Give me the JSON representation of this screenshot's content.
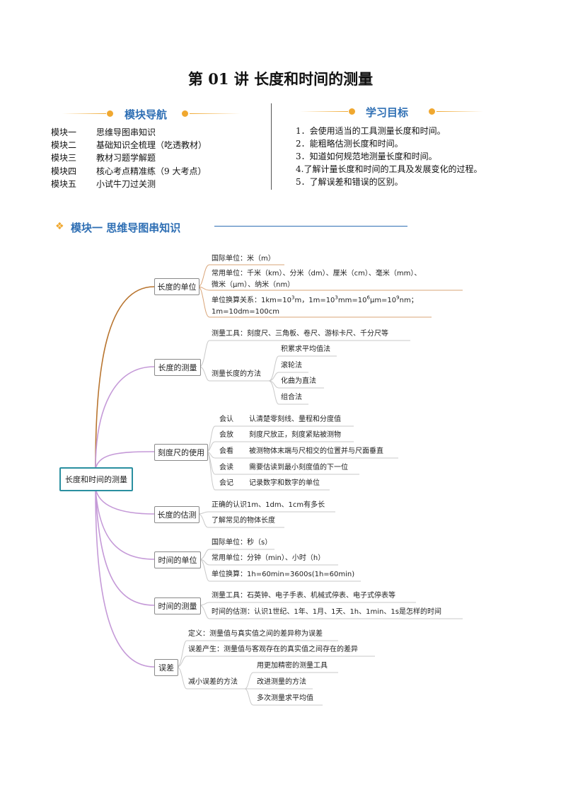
{
  "title": "第 01 讲  长度和时间的测量",
  "nav": {
    "heading": "模块导航",
    "items": [
      {
        "key": "模块一",
        "label": "思维导图串知识"
      },
      {
        "key": "模块二",
        "label": "基础知识全梳理（吃透教材）"
      },
      {
        "key": "模块三",
        "label": "教材习题学解题"
      },
      {
        "key": "模块四",
        "label": "核心考点精准练（9 大考点）"
      },
      {
        "key": "模块五",
        "label": "小试牛刀过关测"
      }
    ]
  },
  "goals": {
    "heading": "学习目标",
    "items": [
      "1．会使用适当的工具测量长度和时间。",
      "2．能粗略估测长度和时间。",
      "3．知道如何规范地测量长度和时间。",
      "4.了解计量长度和时间的工具及发展变化的过程。",
      "5．了解误差和错误的区别。"
    ]
  },
  "module1": {
    "icon": "diamond-arrow-icon",
    "heading": "模块一  思维导图串知识"
  },
  "mindmap": {
    "root": "长度和时间的测量",
    "length_unit": {
      "label": "长度的单位",
      "si": "国际单位：米（m）",
      "common_1": "常用单位：千米（km）、分米（dm）、厘米（cm）、毫米（mm）、",
      "common_2": "微米（μm）、纳米（nm）",
      "conv_prefix": "单位换算关系：1km=10",
      "conv_mid1": "m，1m=10",
      "conv_mid2": "mm=10",
      "conv_mid3": "μm=10",
      "conv_suffix": "nm；",
      "exp1": "3",
      "exp2": "3",
      "exp3": "6",
      "exp4": "9",
      "conv_2": "1m=10dm=100cm"
    },
    "length_measure": {
      "label": "长度的测量",
      "tools": "测量工具：刻度尺、三角板、卷尺、游标卡尺、千分尺等",
      "methods_label": "测量长度的方法",
      "methods": [
        "积累求平均值法",
        "滚轮法",
        "化曲为直法",
        "组合法"
      ]
    },
    "ruler": {
      "label": "刻度尺的使用",
      "steps": [
        {
          "k": "会认",
          "v": "认清楚零刻线、量程和分度值"
        },
        {
          "k": "会放",
          "v": "刻度尺放正，刻度紧贴被测物"
        },
        {
          "k": "会看",
          "v": "被测物体末端与尺相交的位置并与尺面垂直"
        },
        {
          "k": "会读",
          "v": "需要估读到最小刻度值的下一位"
        },
        {
          "k": "会记",
          "v": "记录数字和数字的单位"
        }
      ]
    },
    "estimate": {
      "label": "长度的估测",
      "items": [
        "正确的认识1m、1dm、1cm有多长",
        "了解常见的物体长度"
      ]
    },
    "time_unit": {
      "label": "时间的单位",
      "items": [
        "国际单位：秒（s）",
        "常用单位：分钟（min）、小时（h）",
        "单位换算：1h=60min=3600s(1h=60min)"
      ]
    },
    "time_measure": {
      "label": "时间的测量",
      "items": [
        "测量工具：石英钟、电子手表、机械式停表、电子式停表等",
        "时间的估测：认识1世纪、1年、1月、1天、1h、1min、1s是怎样的时间"
      ]
    },
    "error": {
      "label": "误差",
      "def": "定义：测量值与真实值之间的差异称为误差",
      "cause": "误差产生：测量值与客观存在的真实值之间存在的差异",
      "reduce_label": "减小误差的方法",
      "reduce": [
        "用更加精密的测量工具",
        "改进测量的方法",
        "多次测量求平均值"
      ]
    }
  }
}
